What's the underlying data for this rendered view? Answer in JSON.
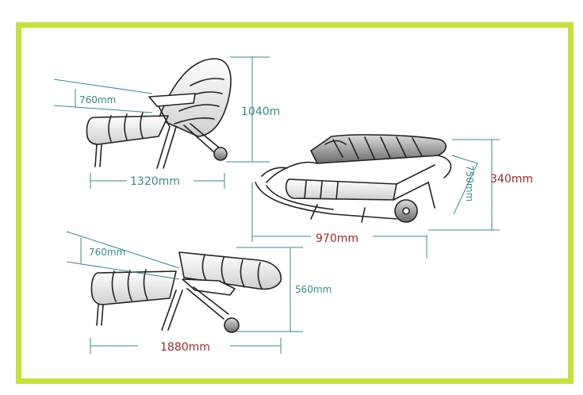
{
  "colors": {
    "border": "#c6e23a",
    "line": "#222222",
    "teal": "#3a8a8e",
    "red": "#9b2a2a"
  },
  "upright_chair": {
    "seat_height": "760mm",
    "height": "1040m",
    "length": "1320mm"
  },
  "folded_chair": {
    "depth": "750mm",
    "height": "340mm",
    "length": "970mm"
  },
  "flat_chair": {
    "seat_height": "760mm",
    "height": "560mm",
    "length": "1880mm"
  }
}
